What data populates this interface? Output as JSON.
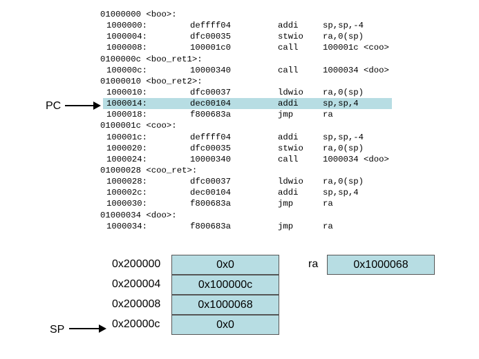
{
  "listing": [
    {
      "label": "01000000 <boo>:"
    },
    {
      "addr": "1000000:",
      "hex": "deffff04",
      "op": "addi",
      "args": "sp,sp,-4"
    },
    {
      "addr": "1000004:",
      "hex": "dfc00035",
      "op": "stwio",
      "args": "ra,0(sp)"
    },
    {
      "addr": "1000008:",
      "hex": "100001c0",
      "op": "call",
      "args": "100001c <coo>"
    },
    {
      "label": "0100000c <boo_ret1>:"
    },
    {
      "addr": "100000c:",
      "hex": "10000340",
      "op": "call",
      "args": "1000034 <doo>"
    },
    {
      "label": "01000010 <boo_ret2>:"
    },
    {
      "addr": "1000010:",
      "hex": "dfc00037",
      "op": "ldwio",
      "args": "ra,0(sp)"
    },
    {
      "addr": "1000014:",
      "hex": "dec00104",
      "op": "addi",
      "args": "sp,sp,4",
      "highlight": true
    },
    {
      "addr": "1000018:",
      "hex": "f800683a",
      "op": "jmp",
      "args": "ra"
    },
    {
      "label": "0100001c <coo>:"
    },
    {
      "addr": "100001c:",
      "hex": "deffff04",
      "op": "addi",
      "args": "sp,sp,-4"
    },
    {
      "addr": "1000020:",
      "hex": "dfc00035",
      "op": "stwio",
      "args": "ra,0(sp)"
    },
    {
      "addr": "1000024:",
      "hex": "10000340",
      "op": "call",
      "args": "1000034 <doo>"
    },
    {
      "label": "01000028 <coo_ret>:"
    },
    {
      "addr": "1000028:",
      "hex": "dfc00037",
      "op": "ldwio",
      "args": "ra,0(sp)"
    },
    {
      "addr": "100002c:",
      "hex": "dec00104",
      "op": "addi",
      "args": "sp,sp,4"
    },
    {
      "addr": "1000030:",
      "hex": "f800683a",
      "op": "jmp",
      "args": "ra"
    },
    {
      "label": "01000034 <doo>:"
    },
    {
      "addr": "1000034:",
      "hex": "f800683a",
      "op": "jmp",
      "args": "ra"
    }
  ],
  "pc_label": "PC",
  "sp_label": "SP",
  "stack": [
    {
      "addr": "0x200000",
      "value": "0x0"
    },
    {
      "addr": "0x200004",
      "value": "0x100000c"
    },
    {
      "addr": "0x200008",
      "value": "0x1000068"
    },
    {
      "addr": "0x20000c",
      "value": "0x0"
    }
  ],
  "register": {
    "name": "ra",
    "value": "0x1000068"
  },
  "colors": {
    "cell_fill": "#b7dde3",
    "highlight": "#b7dde3"
  }
}
